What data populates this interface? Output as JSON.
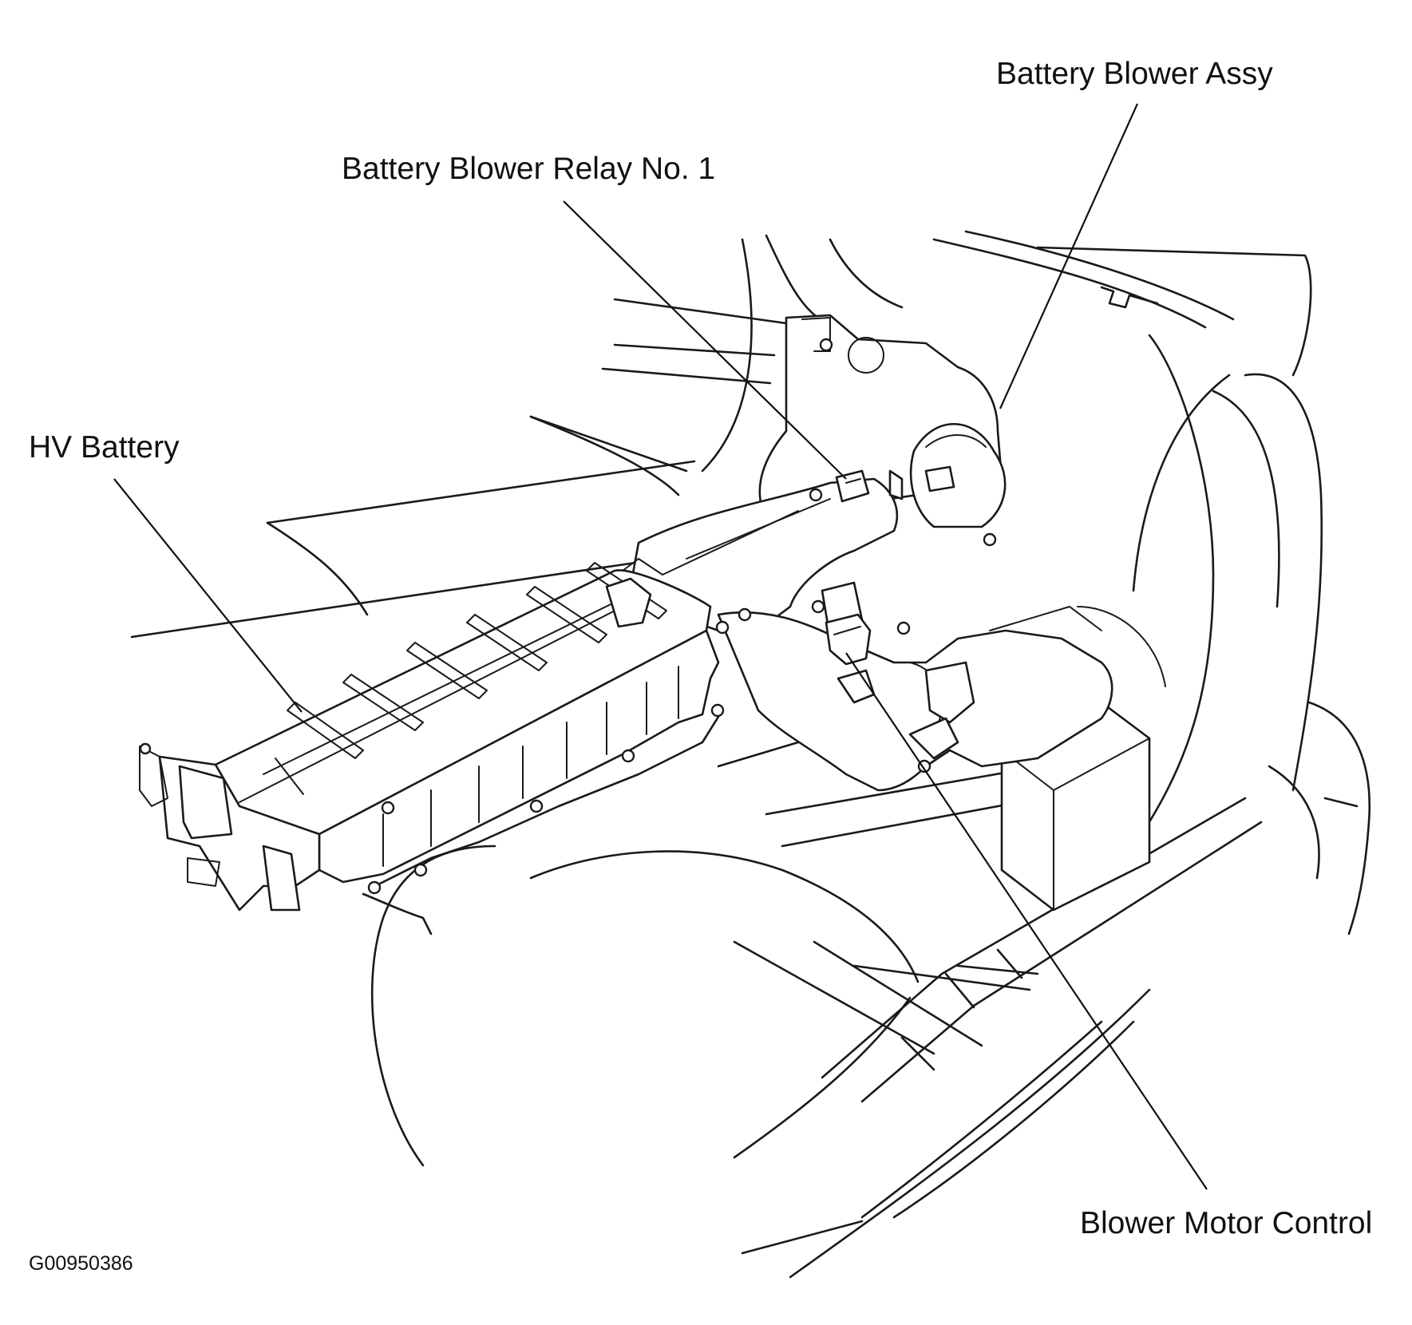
{
  "callouts": {
    "battery_blower_assy": "Battery Blower Assy",
    "battery_blower_relay": "Battery Blower Relay No. 1",
    "hv_battery": "HV Battery",
    "blower_motor_control": "Blower Motor Control"
  },
  "figure_id": "G00950386"
}
